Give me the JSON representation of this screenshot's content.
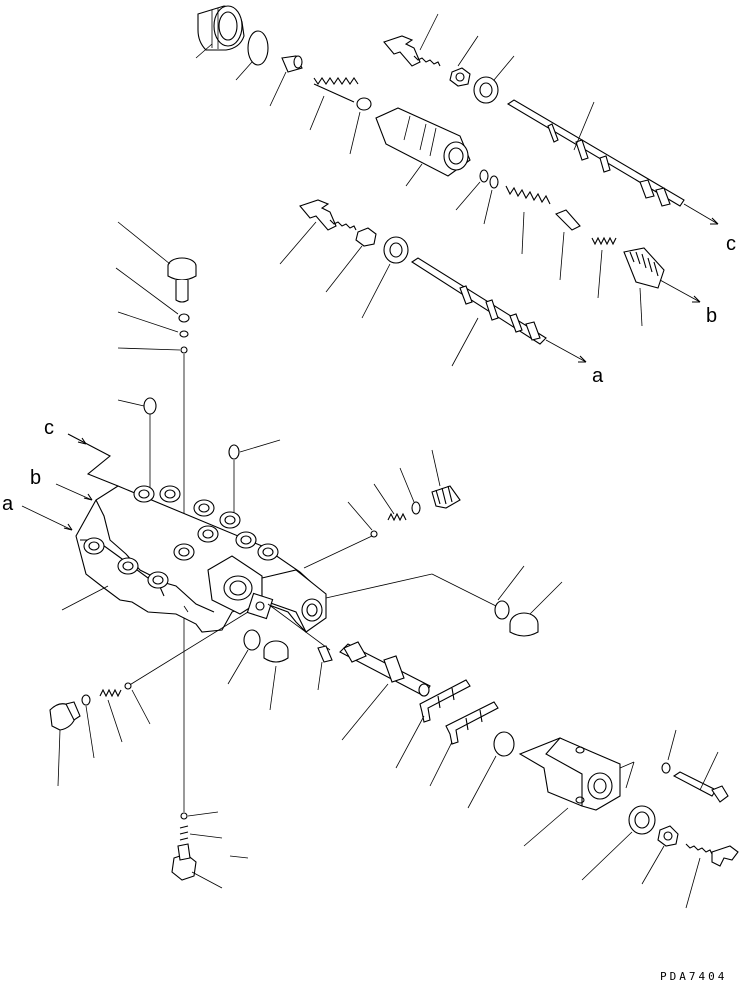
{
  "labels": {
    "c": "c",
    "b": "b",
    "a": "a"
  },
  "drawing_code": "PDA7404"
}
